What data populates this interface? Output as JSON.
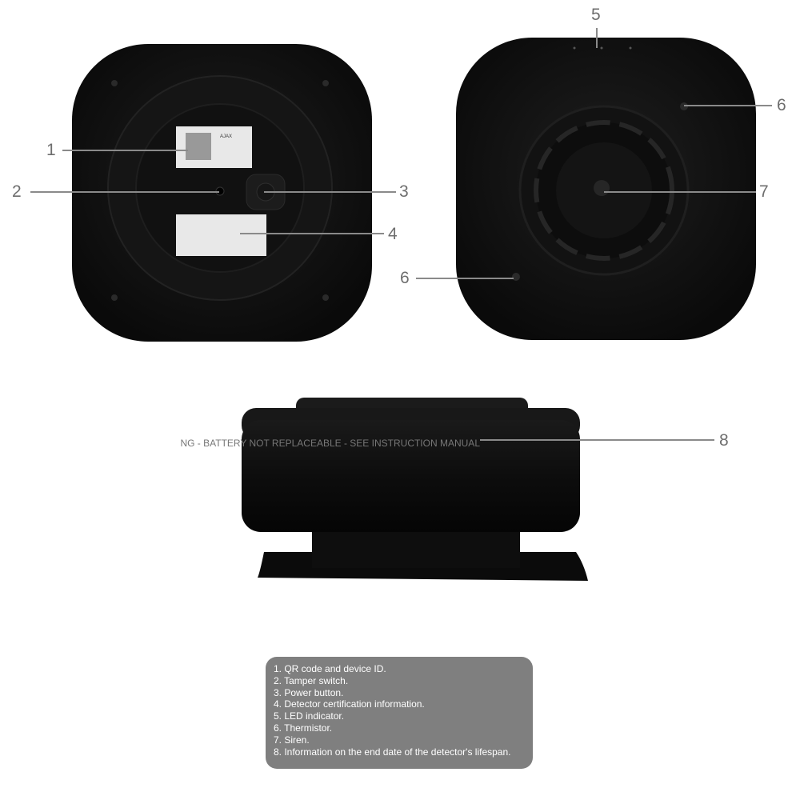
{
  "callouts": {
    "c1": "1",
    "c2": "2",
    "c3": "3",
    "c4": "4",
    "c5": "5",
    "c6a": "6",
    "c6b": "6",
    "c7": "7",
    "c8": "8"
  },
  "side_marking": "NG - BATTERY NOT REPLACEABLE - SEE INSTRUCTION MANUAL",
  "logo_text": "AJAX",
  "legend": [
    "1. QR code and device ID.",
    "2. Tamper switch.",
    "3. Power button.",
    "4. Detector certification information.",
    "5. LED indicator.",
    "6. Thermistor.",
    "7. Siren.",
    "8. Information on the end date of the detector's lifespan."
  ],
  "colors": {
    "device": "#111111",
    "callout": "#8a8a8a",
    "legend_bg": "#7f7f7f"
  }
}
